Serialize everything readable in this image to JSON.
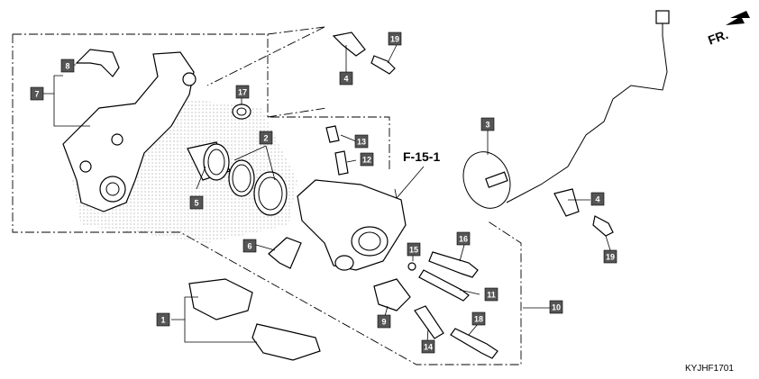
{
  "diagram": {
    "ref_label": "F-15-1",
    "direction_label": "FR.",
    "diagram_code": "KYJHF1701",
    "callout_fill": "#555555",
    "callouts": [
      {
        "id": "c1",
        "text": "1"
      },
      {
        "id": "c2",
        "text": "2"
      },
      {
        "id": "c3",
        "text": "3"
      },
      {
        "id": "c4a",
        "text": "4"
      },
      {
        "id": "c4b",
        "text": "4"
      },
      {
        "id": "c5",
        "text": "5"
      },
      {
        "id": "c6",
        "text": "6"
      },
      {
        "id": "c7",
        "text": "7"
      },
      {
        "id": "c8",
        "text": "8"
      },
      {
        "id": "c9",
        "text": "9"
      },
      {
        "id": "c10",
        "text": "10"
      },
      {
        "id": "c11",
        "text": "11"
      },
      {
        "id": "c12",
        "text": "12"
      },
      {
        "id": "c13",
        "text": "13"
      },
      {
        "id": "c14",
        "text": "14"
      },
      {
        "id": "c15",
        "text": "15"
      },
      {
        "id": "c16",
        "text": "16"
      },
      {
        "id": "c17",
        "text": "17"
      },
      {
        "id": "c18",
        "text": "18"
      },
      {
        "id": "c19a",
        "text": "19"
      },
      {
        "id": "c19b",
        "text": "19"
      }
    ]
  }
}
